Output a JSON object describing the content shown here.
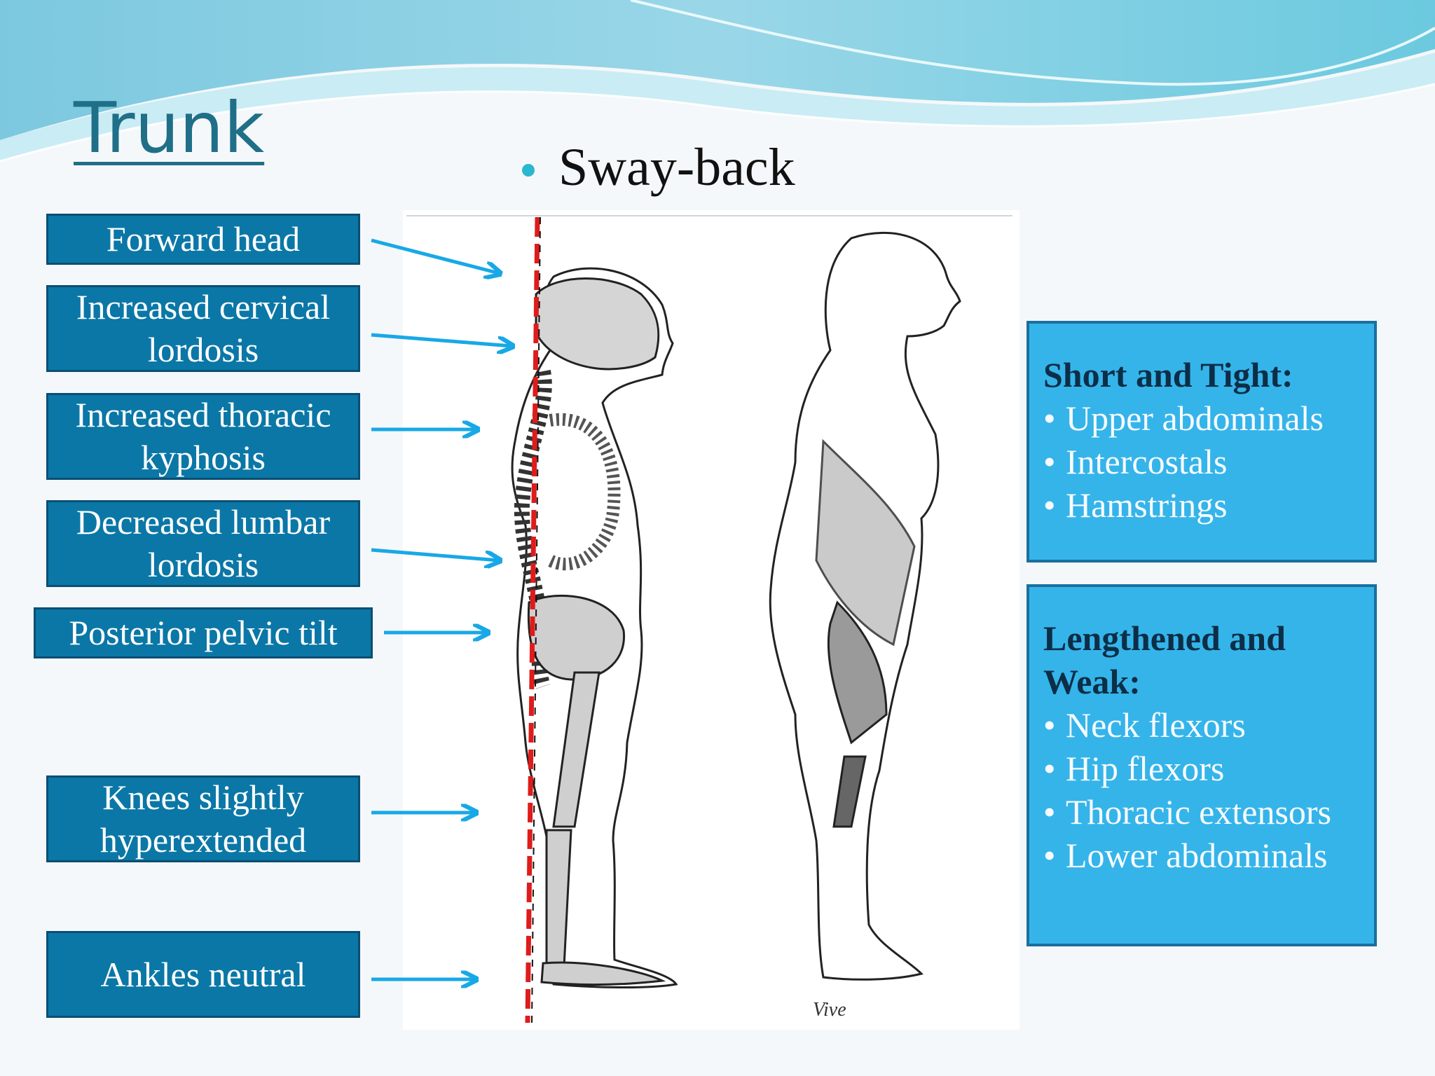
{
  "slide": {
    "title": "Trunk",
    "subtitle": "Sway-back"
  },
  "labels": [
    {
      "text": "Forward head"
    },
    {
      "text": "Increased cervical lordosis"
    },
    {
      "text": "Increased thoracic kyphosis"
    },
    {
      "text": "Decreased lumbar lordosis"
    },
    {
      "text": "Posterior pelvic tilt"
    },
    {
      "text": "Knees slightly hyperextended"
    },
    {
      "text": "Ankles neutral"
    }
  ],
  "short_tight": {
    "heading": "Short and Tight:",
    "items": [
      "Upper abdominals",
      "Intercostals",
      "Hamstrings"
    ]
  },
  "lengthened_weak": {
    "heading": "Lengthened and Weak:",
    "items": [
      "Neck flexors",
      "Hip flexors",
      "Thoracic extensors",
      "Lower abdominals"
    ]
  },
  "figure": {
    "signature": "Vive"
  },
  "colors": {
    "label_fill": "#0b77a6",
    "info_fill": "#35b4ea",
    "arrow": "#18a8e6",
    "plumb_line": "#e01b1b",
    "title": "#1f6f88"
  }
}
